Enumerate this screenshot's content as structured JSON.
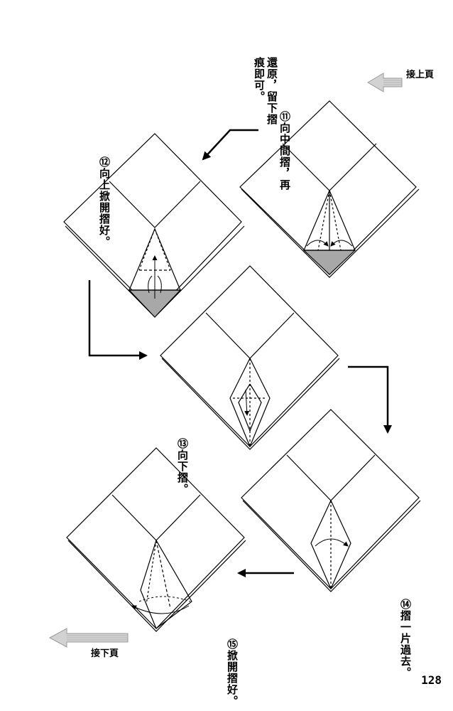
{
  "nav": {
    "prev_label": "接上頁",
    "next_label": "接下頁"
  },
  "steps": [
    {
      "number": "⑪",
      "text": "向中間摺，再\n還原，留下摺\n痕即可。"
    },
    {
      "number": "⑫",
      "text": "向上掀開摺好。"
    },
    {
      "number": "⑬",
      "text": "向下摺。"
    },
    {
      "number": "⑭",
      "text": "摺一片過去。"
    },
    {
      "number": "⑮",
      "text": "掀開摺好。"
    }
  ],
  "page_number": "128",
  "colors": {
    "line": "#000000",
    "shade": "#a8a8a8",
    "nav_arrow": "#bdbdbd"
  }
}
